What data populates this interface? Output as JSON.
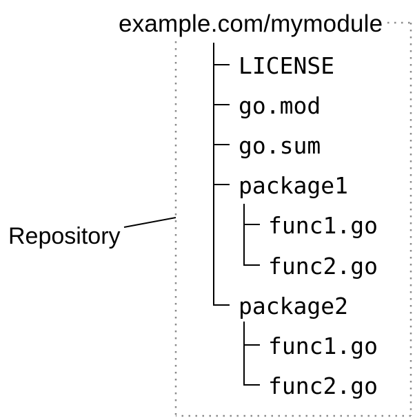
{
  "diagram": {
    "title": "example.com/mymodule",
    "annotation_label": "Repository",
    "tree": {
      "items": [
        {
          "name": "LICENSE",
          "level": 1,
          "parent": "example.com/mymodule"
        },
        {
          "name": "go.mod",
          "level": 1,
          "parent": "example.com/mymodule"
        },
        {
          "name": "go.sum",
          "level": 1,
          "parent": "example.com/mymodule"
        },
        {
          "name": "package1",
          "level": 1,
          "parent": "example.com/mymodule"
        },
        {
          "name": "func1.go",
          "level": 2,
          "parent": "package1"
        },
        {
          "name": "func2.go",
          "level": 2,
          "parent": "package1"
        },
        {
          "name": "package2",
          "level": 1,
          "parent": "example.com/mymodule"
        },
        {
          "name": "func1.go",
          "level": 2,
          "parent": "package2"
        },
        {
          "name": "func2.go",
          "level": 2,
          "parent": "package2"
        }
      ]
    },
    "colors": {
      "background": "#ffffff",
      "text": "#000000",
      "tree_lines": "#000000",
      "repository_dotted_border": "#8a8a8a"
    }
  }
}
